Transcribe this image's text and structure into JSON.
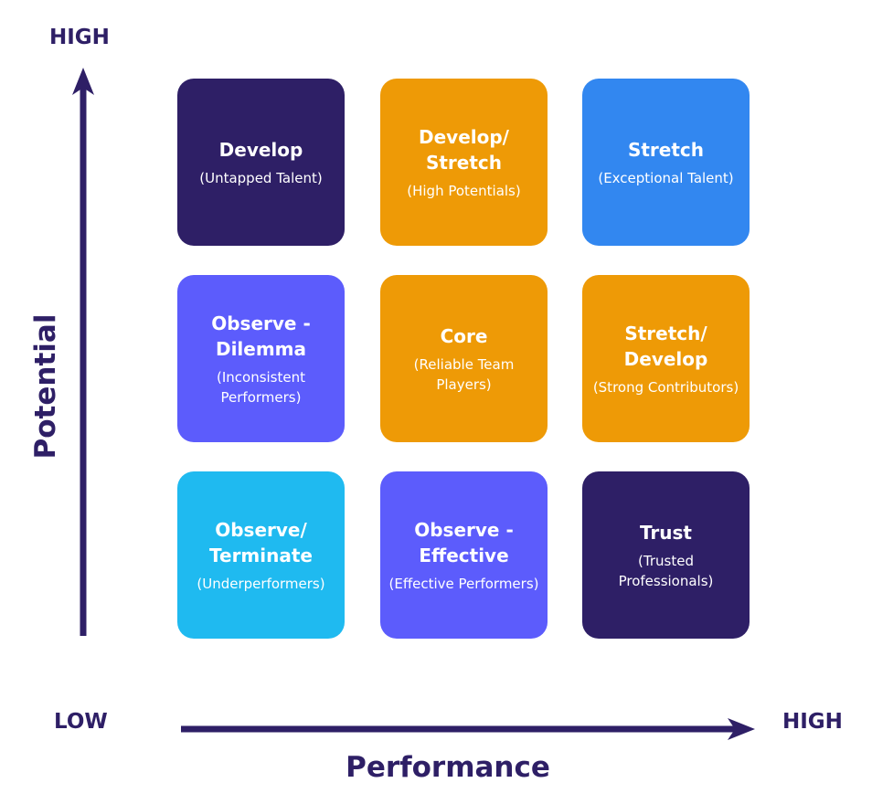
{
  "axes": {
    "y_title": "Potential",
    "y_high": "HIGH",
    "x_title": "Performance",
    "x_low": "LOW",
    "x_high": "HIGH",
    "axis_color": "#2e1f66"
  },
  "grid": [
    {
      "title": "Develop",
      "subtitle": "(Untapped Talent)",
      "color": "#2e1f66"
    },
    {
      "title": "Develop/ Stretch",
      "subtitle": "(High Potentials)",
      "color": "#ee9a06"
    },
    {
      "title": "Stretch",
      "subtitle": "(Exceptional Talent)",
      "color": "#3287f0"
    },
    {
      "title": "Observe - Dilemma",
      "subtitle": "(Inconsistent Performers)",
      "color": "#5c5cfc"
    },
    {
      "title": "Core",
      "subtitle": "(Reliable Team Players)",
      "color": "#ee9a06"
    },
    {
      "title": "Stretch/ Develop",
      "subtitle": "(Strong Contributors)",
      "color": "#ee9a06"
    },
    {
      "title": "Observe/ Terminate",
      "subtitle": "(Underperformers)",
      "color": "#1fbaf0"
    },
    {
      "title": "Observe - Effective",
      "subtitle": "(Effective Performers)",
      "color": "#5c5cfc"
    },
    {
      "title": "Trust",
      "subtitle": "(Trusted Professionals)",
      "color": "#2e1f66"
    }
  ]
}
